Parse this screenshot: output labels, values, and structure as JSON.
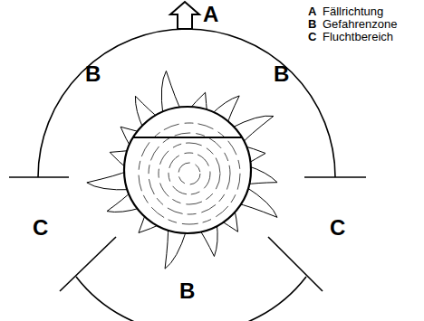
{
  "diagram": {
    "labels": [
      "A",
      "B",
      "B",
      "C",
      "C",
      "B",
      "A",
      "Fällrichtung",
      "B",
      "Gefahrenzone",
      "C",
      "Fluchtbereich"
    ]
  }
}
